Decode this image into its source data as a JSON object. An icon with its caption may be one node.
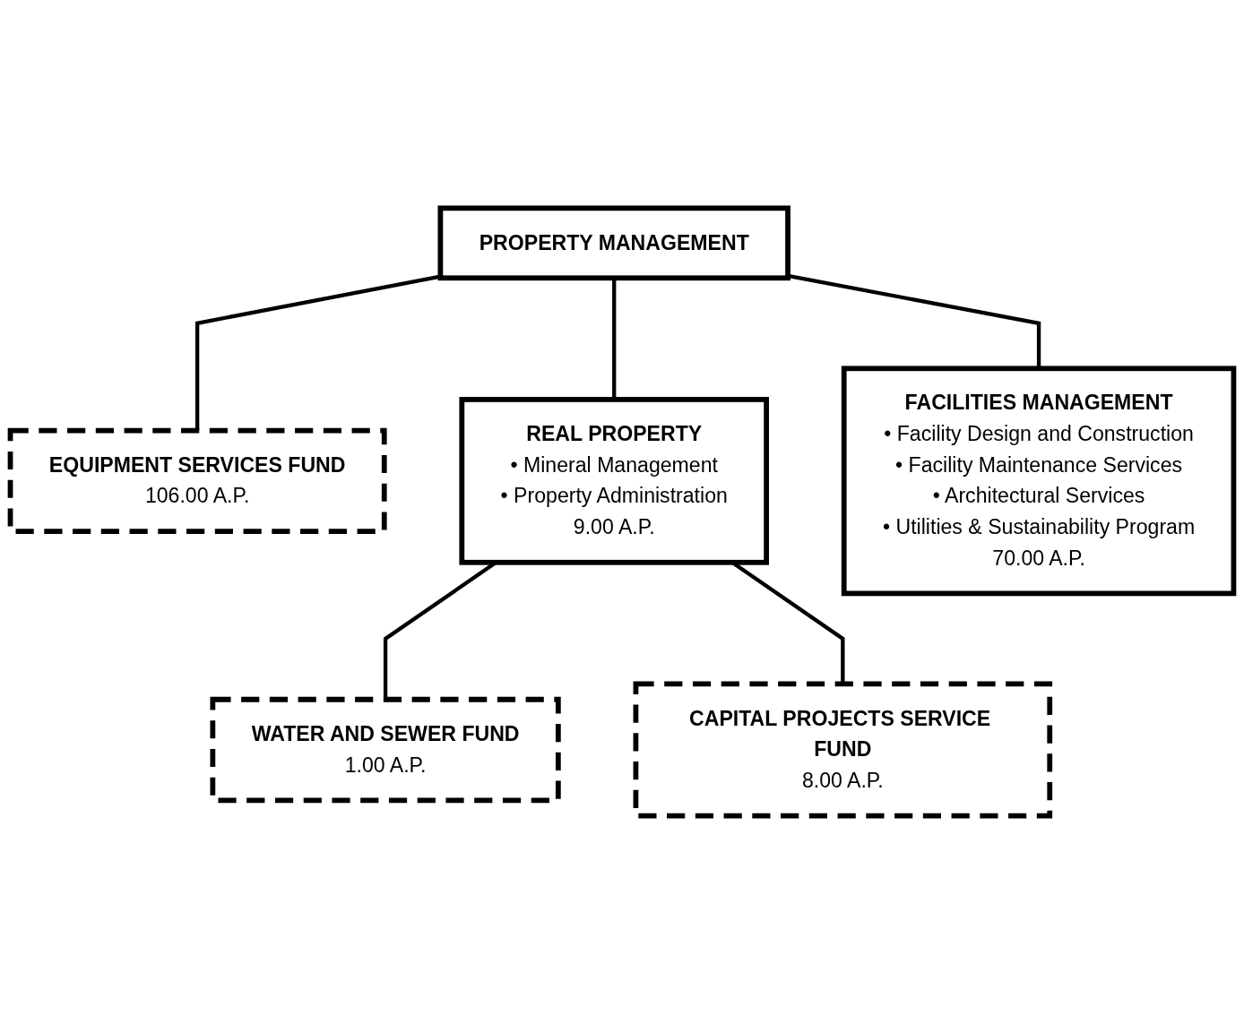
{
  "diagram": {
    "nodes": [
      {
        "text": [
          "PROPERTY MANAGEMENT"
        ]
      },
      {
        "text": [
          "EQUIPMENT SERVICES FUND",
          "106.00 A.P."
        ]
      },
      {
        "text": [
          "REAL PROPERTY",
          "• Mineral Management",
          "• Property Administration",
          "9.00 A.P."
        ]
      },
      {
        "text": [
          "WATER AND SEWER FUND",
          "1.00 A.P."
        ]
      },
      {
        "text": [
          "CAPITAL PROJECTS SERVICE FUND",
          "8.00 A.P."
        ]
      },
      {
        "text": [
          "FACILITIES MANAGEMENT",
          "• Facility Design and Construction",
          "• Facility Maintenance Services",
          "• Architectural Services",
          "• Utilities & Sustainability Program",
          "70.00 A.P."
        ]
      }
    ],
    "edges": [
      {
        "from": 0,
        "to": 1,
        "arrow": "none"
      },
      {
        "from": 0,
        "to": 2,
        "arrow": "none"
      },
      {
        "from": 0,
        "to": 5,
        "arrow": "none"
      },
      {
        "from": 2,
        "to": 3,
        "arrow": "none"
      },
      {
        "from": 2,
        "to": 4,
        "arrow": "none"
      }
    ]
  }
}
